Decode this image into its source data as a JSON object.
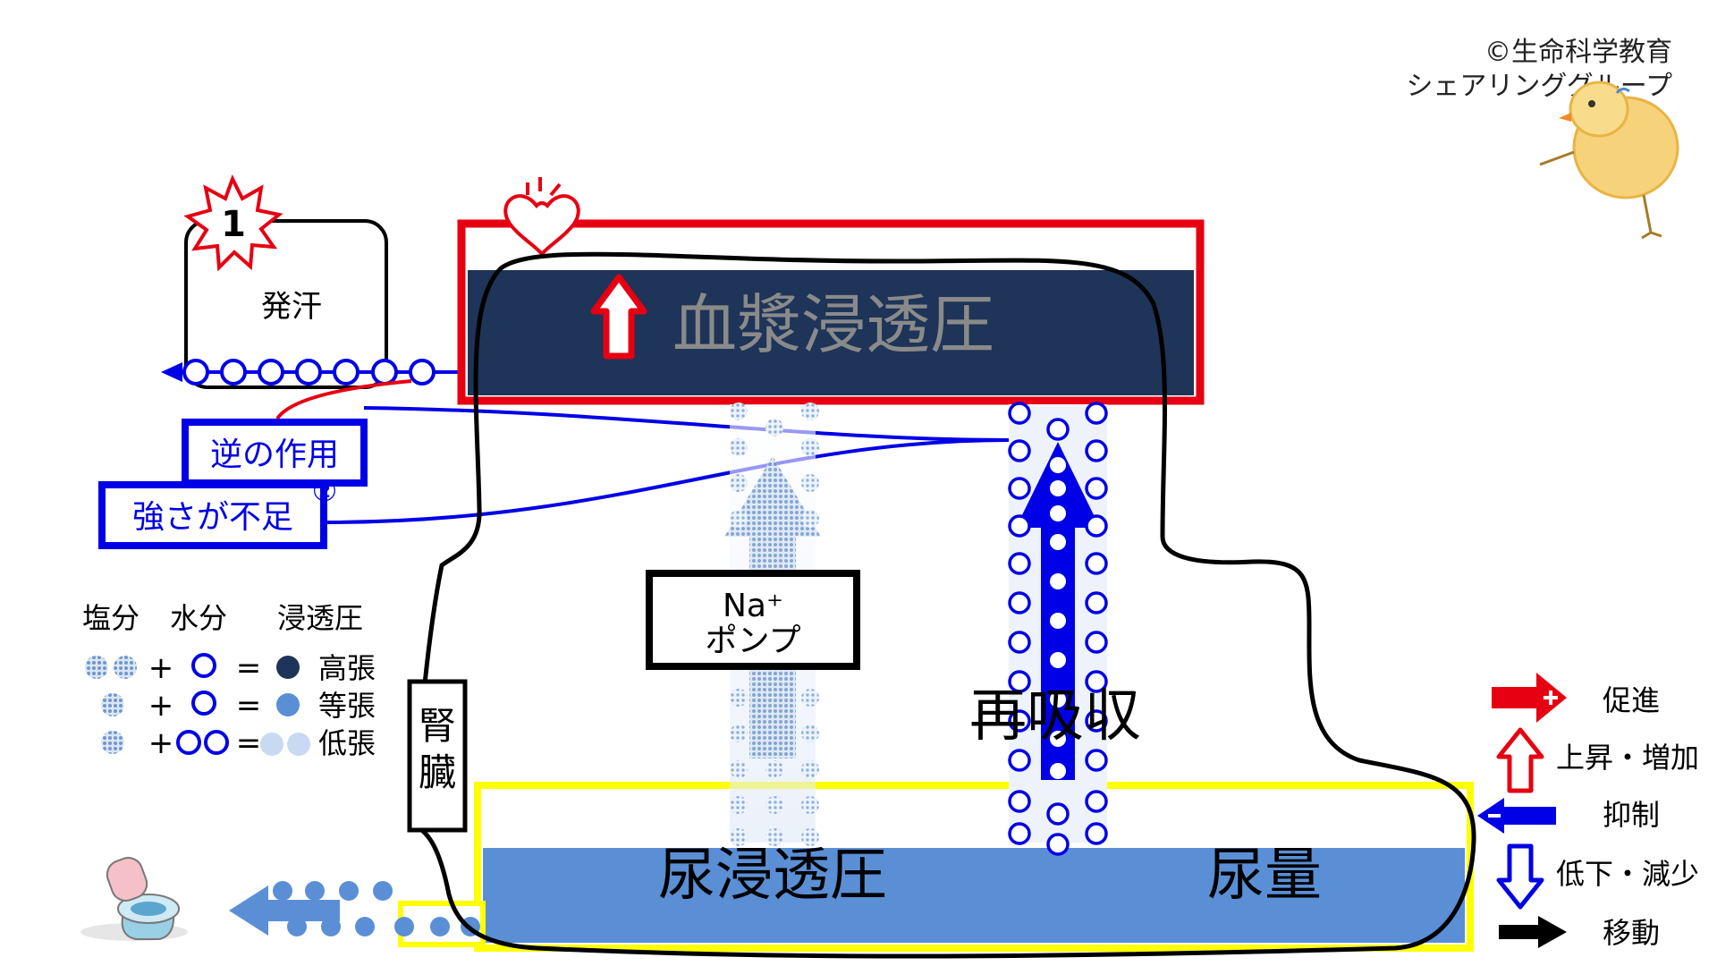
{
  "credit": {
    "line1": "©生命科学教育",
    "line2": "シェアリンググループ"
  },
  "event": {
    "badge_number": "1",
    "sweat_label": "発汗"
  },
  "plasma": {
    "label": "血漿浸透圧"
  },
  "annotations": {
    "opposite_action": "逆の作用",
    "insufficient_strength": "強さが不足",
    "marker_2": "②"
  },
  "pump": {
    "line1": "Na⁺",
    "line2": "ポンプ"
  },
  "reabsorption": {
    "label": "再吸収"
  },
  "kidney": {
    "label": "腎臓"
  },
  "urine": {
    "osmolality_label": "尿浸透圧",
    "volume_label": "尿量"
  },
  "legend_osmosis": {
    "headers": [
      "塩分",
      "水分",
      "浸透圧"
    ],
    "plus": "+",
    "equals": "=",
    "rows": [
      {
        "result": "高張"
      },
      {
        "result": "等張"
      },
      {
        "result": "低張"
      }
    ]
  },
  "legend_arrows": [
    {
      "icon": "promote-arrow-icon",
      "label": "促進"
    },
    {
      "icon": "rise-arrow-icon",
      "label": "上昇・増加"
    },
    {
      "icon": "inhibit-arrow-icon",
      "label": "抑制"
    },
    {
      "icon": "fall-arrow-icon",
      "label": "低下・減少"
    },
    {
      "icon": "move-arrow-icon",
      "label": "移動"
    }
  ],
  "colors": {
    "navy": "#1e3458",
    "red": "#e60012",
    "blue": "#0000e6",
    "mid_blue": "#5a8fd6",
    "yellow": "#ffff00",
    "salt_dot": "#7fa6d6",
    "plasma_text": "#8a8a8a"
  }
}
